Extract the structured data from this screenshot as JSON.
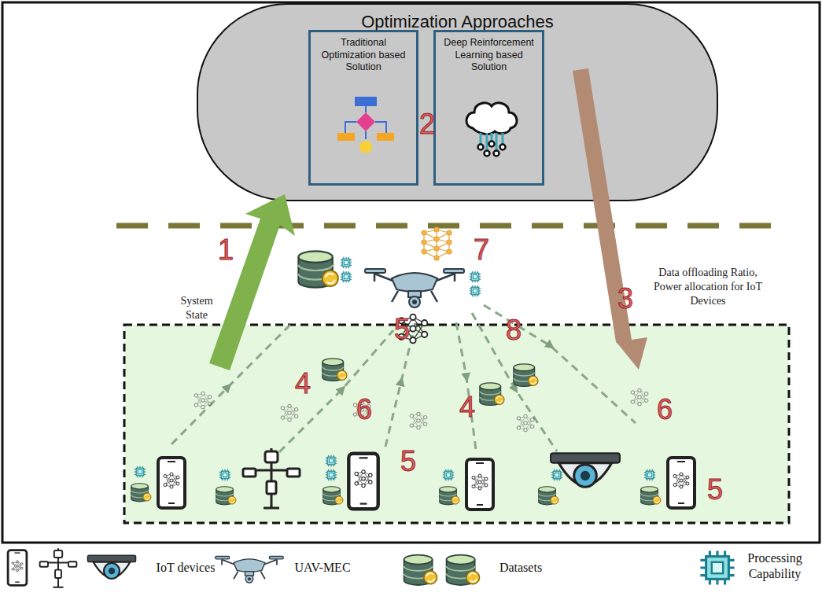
{
  "diagram": {
    "nodes": [
      {
        "text": [
          "Optimization Approaches"
        ]
      },
      {
        "text": [
          "Traditional Optimization based Solution"
        ],
        "in": 0
      },
      {
        "text": [
          "Deep Reinforcement Learning based Solution"
        ],
        "in": 0
      }
    ],
    "labels": [
      "1",
      "System State",
      "2",
      "3",
      "Data offloading Ratio, Power allocation for IoT Devices",
      "7",
      "5",
      "8",
      "4",
      "6",
      "4",
      "6",
      "5",
      "5"
    ],
    "legend": [
      {
        "text": "IoT devices"
      },
      {
        "text": "UAV-MEC"
      },
      {
        "text": "Datasets"
      },
      {
        "text": "Processing Capability"
      }
    ]
  }
}
